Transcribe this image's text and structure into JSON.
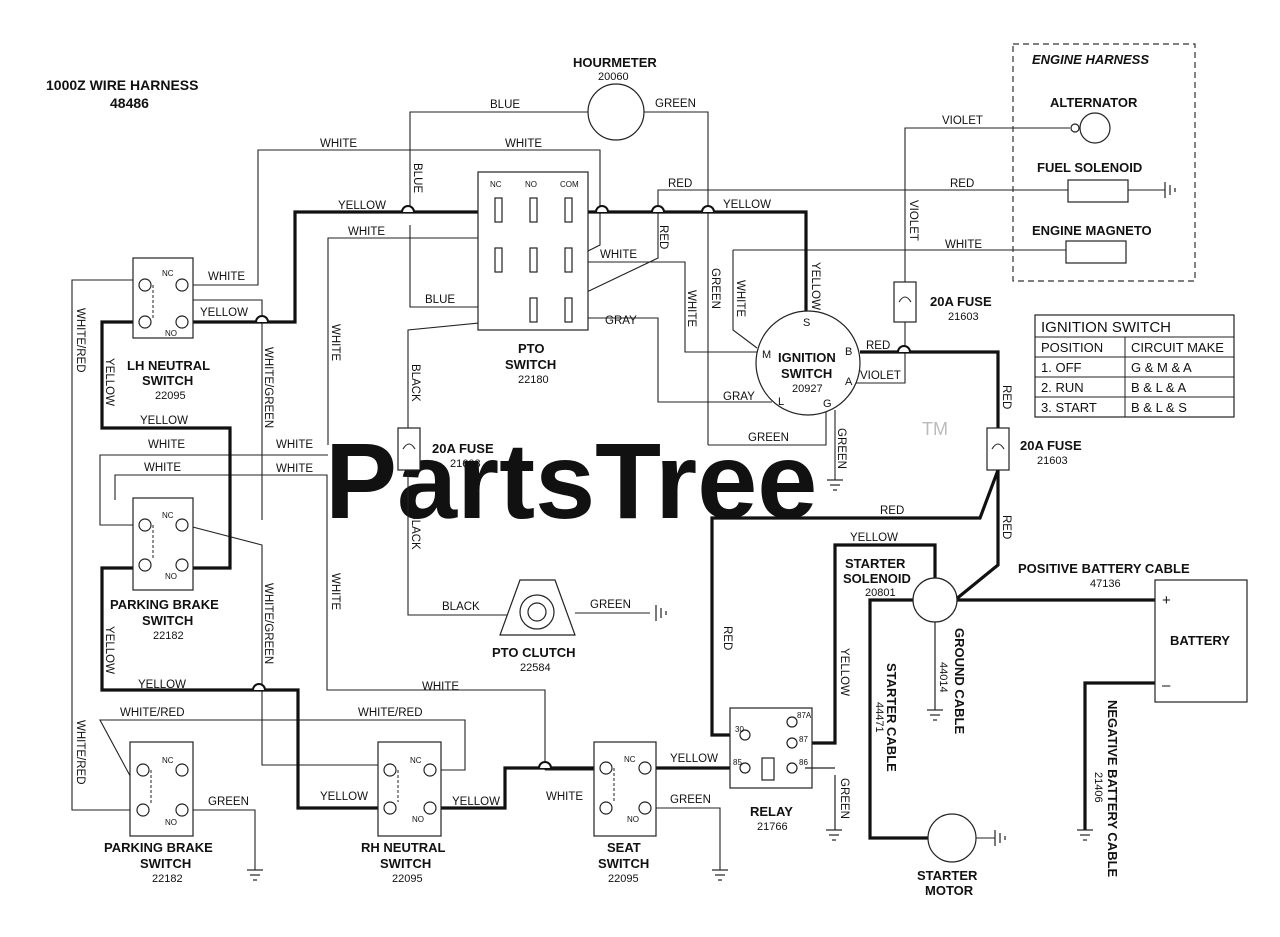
{
  "title": {
    "line1": "1000Z WIRE HARNESS",
    "line2": "48486"
  },
  "watermark": {
    "text": "PartsTree",
    "tm": "TM"
  },
  "engine_harness": {
    "title": "ENGINE HARNESS",
    "alternator": "ALTERNATOR",
    "fuel_solenoid": "FUEL SOLENOID",
    "engine_magneto": "ENGINE MAGNETO"
  },
  "components": {
    "hourmeter": {
      "name": "HOURMETER",
      "part": "20060"
    },
    "pto_switch": {
      "name": "PTO",
      "name2": "SWITCH",
      "part": "22180",
      "pins": [
        "NC",
        "NO",
        "COM"
      ]
    },
    "ignition_switch": {
      "name": "IGNITION",
      "name2": "SWITCH",
      "part": "20927",
      "pins": [
        "S",
        "M",
        "B",
        "A",
        "L",
        "G"
      ]
    },
    "fuse_top_right": {
      "name": "20A FUSE",
      "part": "21603"
    },
    "fuse_center": {
      "name": "20A FUSE",
      "part": "21603"
    },
    "fuse_right": {
      "name": "20A FUSE",
      "part": "21603"
    },
    "lh_neutral": {
      "name": "LH NEUTRAL",
      "name2": "SWITCH",
      "part": "22095"
    },
    "parking_brake_1": {
      "name": "PARKING BRAKE",
      "name2": "SWITCH",
      "part": "22182"
    },
    "parking_brake_2": {
      "name": "PARKING BRAKE",
      "name2": "SWITCH",
      "part": "22182"
    },
    "rh_neutral": {
      "name": "RH NEUTRAL",
      "name2": "SWITCH",
      "part": "22095"
    },
    "seat_switch": {
      "name": "SEAT",
      "name2": "SWITCH",
      "part": "22095"
    },
    "pto_clutch": {
      "name": "PTO CLUTCH",
      "part": "22584"
    },
    "relay": {
      "name": "RELAY",
      "part": "21766",
      "pins": [
        "30",
        "87A",
        "87",
        "85",
        "86"
      ]
    },
    "starter_solenoid": {
      "name": "STARTER",
      "name2": "SOLENOID",
      "part": "20801"
    },
    "starter_motor": {
      "name": "STARTER",
      "name2": "MOTOR"
    },
    "battery": {
      "name": "BATTERY",
      "plus": "+",
      "minus": "–"
    },
    "positive_cable": {
      "name": "POSITIVE BATTERY CABLE",
      "part": "47136"
    },
    "ground_cable": {
      "name": "GROUND CABLE",
      "part": "44014"
    },
    "starter_cable": {
      "name": "STARTER CABLE",
      "part": "44471"
    },
    "negative_cable": {
      "name": "NEGATIVE BATTERY CABLE",
      "part": "21406"
    },
    "switch_contacts": {
      "nc": "NC",
      "no": "NO"
    }
  },
  "ignition_table": {
    "title": "IGNITION SWITCH",
    "headers": [
      "POSITION",
      "CIRCUIT MAKE"
    ],
    "rows": [
      [
        "1. OFF",
        "G & M & A"
      ],
      [
        "2. RUN",
        "B & L & A"
      ],
      [
        "3. START",
        "B & L & S"
      ]
    ]
  },
  "wire_colors": {
    "white": "WHITE",
    "yellow": "YELLOW",
    "blue": "BLUE",
    "green": "GREEN",
    "red": "RED",
    "violet": "VIOLET",
    "gray": "GRAY",
    "black": "BLACK",
    "white_red": "WHITE/RED",
    "white_green": "WHITE/GREEN"
  }
}
